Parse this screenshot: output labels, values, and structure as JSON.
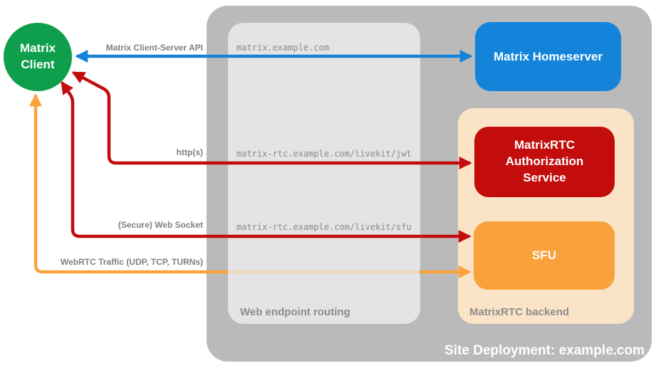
{
  "nodes": {
    "client": {
      "label": "Matrix\nClient",
      "color": "#0f9f4c"
    },
    "homeserver": {
      "label": "Matrix Homeserver",
      "color": "#1484db"
    },
    "auth_service": {
      "label": "MatrixRTC Authorization Service",
      "color": "#c30d0d"
    },
    "sfu": {
      "label": "SFU",
      "color": "#f9a13b"
    }
  },
  "containers": {
    "site": {
      "label": "Site Deployment: example.com",
      "color": "#bababa"
    },
    "routing": {
      "label": "Web endpoint routing",
      "color": "#e4e4e4"
    },
    "backend": {
      "label": "MatrixRTC backend",
      "color": "#fbe3c7"
    }
  },
  "connections": [
    {
      "name": "client-server-api",
      "label": "Matrix Client-Server API",
      "endpoint": "matrix.example.com",
      "color": "#1484db",
      "bidirectional": true,
      "from": "Matrix Client",
      "to": "Matrix Homeserver"
    },
    {
      "name": "https",
      "label": "http(s)",
      "endpoint": "matrix-rtc.example.com/livekit/jwt",
      "color": "#c30d0d",
      "bidirectional": true,
      "from": "Matrix Client",
      "to": "MatrixRTC Authorization Service"
    },
    {
      "name": "web-socket",
      "label": "(Secure) Web Socket",
      "endpoint": "matrix-rtc.example.com/livekit/sfu",
      "color": "#c30d0d",
      "bidirectional": true,
      "from": "Matrix Client",
      "to": "SFU"
    },
    {
      "name": "webrtc-traffic",
      "label": "WebRTC Traffic (UDP, TCP, TURNs)",
      "endpoint": "",
      "color": "#f9a33e",
      "bidirectional": true,
      "from": "Matrix Client",
      "to": "SFU"
    }
  ]
}
